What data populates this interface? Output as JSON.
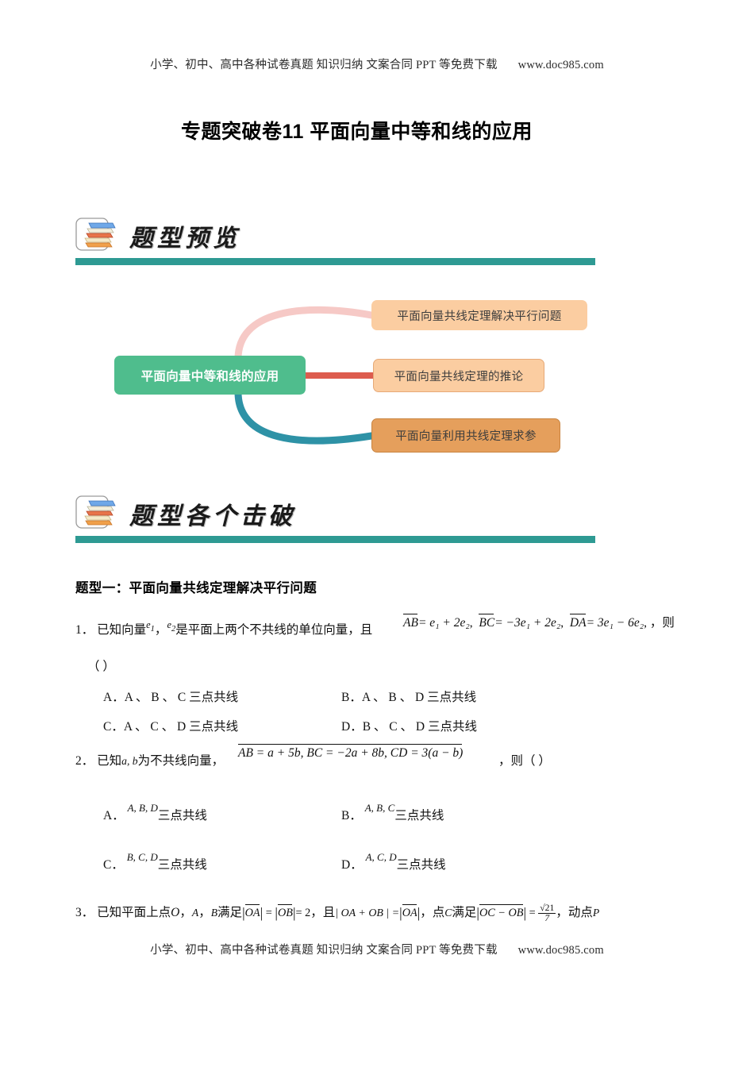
{
  "running_header": {
    "text": "小学、初中、高中各种试卷真题  知识归纳  文案合同  PPT 等免费下载",
    "url": "www.doc985.com"
  },
  "running_footer": {
    "text": "小学、初中、高中各种试卷真题  知识归纳  文案合同  PPT 等免费下载",
    "url": "www.doc985.com"
  },
  "document": {
    "title": "专题突破卷11  平面向量中等和线的应用"
  },
  "sections": {
    "overview_banner": "题型预览",
    "breakdown_banner": "题型各个击破"
  },
  "mindmap": {
    "center": "平面向量中等和线的应用",
    "branches": [
      {
        "label": "平面向量共线定理解决平行问题",
        "connector_color": "#f6c9c6"
      },
      {
        "label": "平面向量共线定理的推论",
        "connector_color": "#dd5c4e"
      },
      {
        "label": "平面向量利用共线定理求参",
        "connector_color": "#2e92a6"
      }
    ],
    "center_color": "#4fbd8d",
    "leaf_color": "#fbcda1",
    "leaf_accent_color": "#e59f5c"
  },
  "question_type_1": {
    "heading": "题型一：平面向量共线定理解决平行问题"
  },
  "q1": {
    "number": "1．",
    "text_a": "已知向量",
    "e1": "e",
    "e1_sub": "1",
    "e2": "e",
    "e2_sub": "2",
    "text_b": "是平面上两个不共线的单位向量，且",
    "f1": "AB",
    "f1_rhs": "= e₁ + 2e₂",
    "f2": "BC",
    "f2_rhs": "= −3e₁ + 2e₂",
    "f3": "DA",
    "f3_rhs": "= 3e₁ − 6e₂",
    "tail": "，则",
    "paren": "（    ）",
    "options": [
      {
        "label": "A．",
        "value": "A 、 B 、 C 三点共线"
      },
      {
        "label": "B．",
        "value": "A 、 B 、 D 三点共线"
      },
      {
        "label": "C．",
        "value": "A 、 C 、 D 三点共线"
      },
      {
        "label": "D．",
        "value": "B 、 C 、 D 三点共线"
      }
    ]
  },
  "q2": {
    "number": "2．",
    "text_a": "已知",
    "vars": "a, b",
    "text_b": "为不共线向量，",
    "formula": "AB = a + 5b, BC = −2a + 8b, CD = 3(a − b)",
    "tail": "，则",
    "paren": "（    ）",
    "options": [
      {
        "label": "A．",
        "points": "A, B, D",
        "value": "三点共线"
      },
      {
        "label": "B．",
        "points": "A, B, C",
        "value": "三点共线"
      },
      {
        "label": "C．",
        "points": "B, C, D",
        "value": "三点共线"
      },
      {
        "label": "D．",
        "points": "A, C, D",
        "value": "三点共线"
      }
    ]
  },
  "q3": {
    "number": "3．",
    "text_a": "已知平面上点",
    "pO": "O",
    "comma1": "，",
    "pA": "A",
    "comma2": "，",
    "pB": "B",
    "text_b": "满足",
    "cond1_lhs": "OA",
    "cond1_mid": "OB",
    "cond1_val": "= 2",
    "text_c": "，且",
    "cond2": "| OA + OB | =",
    "cond2_rhs": "OA",
    "text_d": "，点",
    "pC": "C",
    "text_e": "满足",
    "cond3_lhs": "OC − OB",
    "frac_num": "√21",
    "frac_den": "7",
    "text_f": "，动点",
    "pP": "P"
  }
}
